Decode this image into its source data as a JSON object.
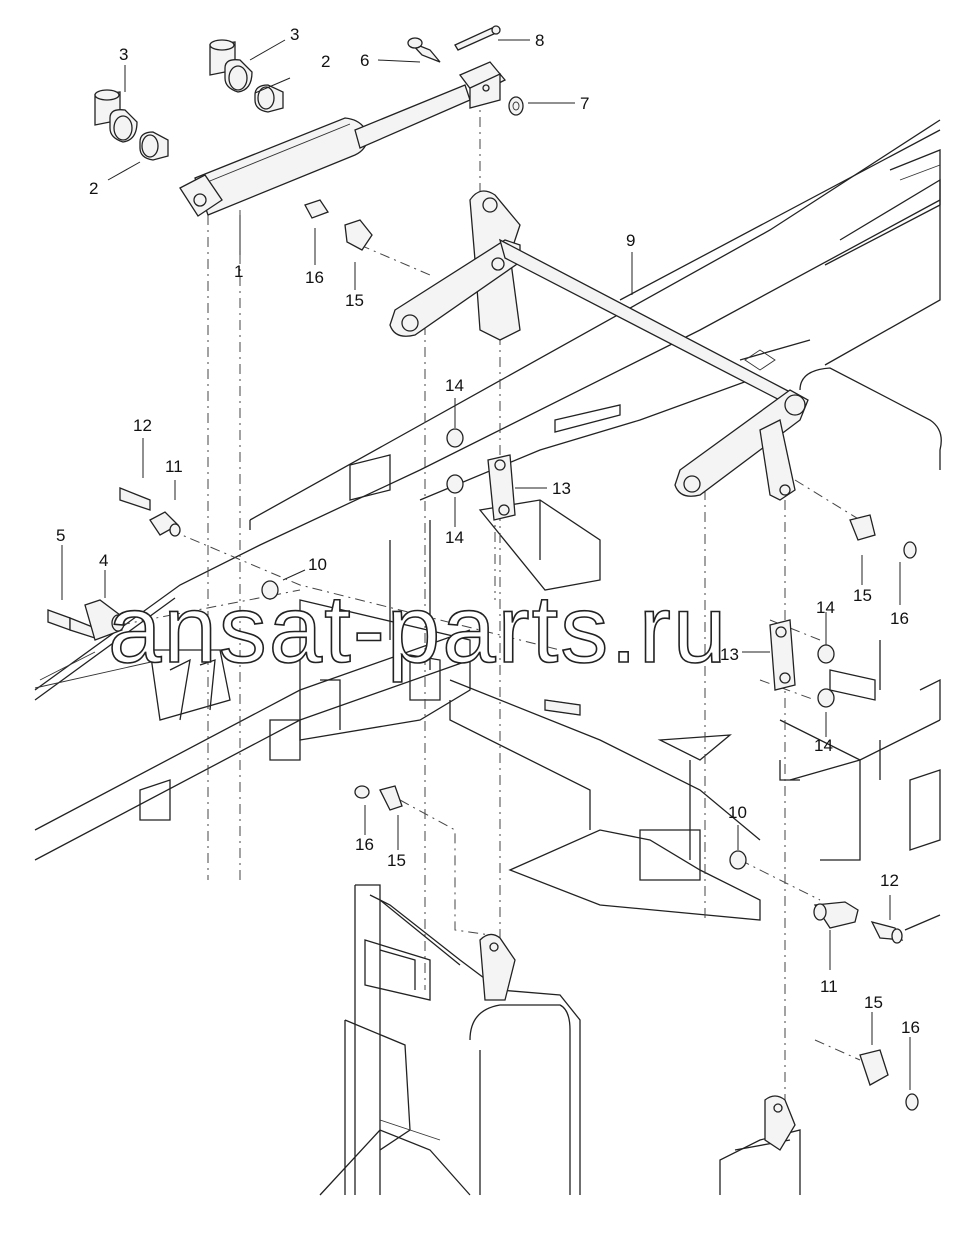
{
  "diagram": {
    "watermark": "ansat-parts.ru",
    "callouts": [
      {
        "id": "c1",
        "label": "1"
      },
      {
        "id": "c2a",
        "label": "2"
      },
      {
        "id": "c2b",
        "label": "2"
      },
      {
        "id": "c3a",
        "label": "3"
      },
      {
        "id": "c3b",
        "label": "3"
      },
      {
        "id": "c4",
        "label": "4"
      },
      {
        "id": "c5",
        "label": "5"
      },
      {
        "id": "c6",
        "label": "6"
      },
      {
        "id": "c7",
        "label": "7"
      },
      {
        "id": "c8",
        "label": "8"
      },
      {
        "id": "c9",
        "label": "9"
      },
      {
        "id": "c10a",
        "label": "10"
      },
      {
        "id": "c10b",
        "label": "10"
      },
      {
        "id": "c11a",
        "label": "11"
      },
      {
        "id": "c11b",
        "label": "11"
      },
      {
        "id": "c12a",
        "label": "12"
      },
      {
        "id": "c12b",
        "label": "12"
      },
      {
        "id": "c13a",
        "label": "13"
      },
      {
        "id": "c13b",
        "label": "13"
      },
      {
        "id": "c14a",
        "label": "14"
      },
      {
        "id": "c14b",
        "label": "14"
      },
      {
        "id": "c14c",
        "label": "14"
      },
      {
        "id": "c14d",
        "label": "14"
      },
      {
        "id": "c15a",
        "label": "15"
      },
      {
        "id": "c15b",
        "label": "15"
      },
      {
        "id": "c15c",
        "label": "15"
      },
      {
        "id": "c15d",
        "label": "15"
      },
      {
        "id": "c16a",
        "label": "16"
      },
      {
        "id": "c16b",
        "label": "16"
      },
      {
        "id": "c16c",
        "label": "16"
      },
      {
        "id": "c16d",
        "label": "16"
      }
    ]
  }
}
